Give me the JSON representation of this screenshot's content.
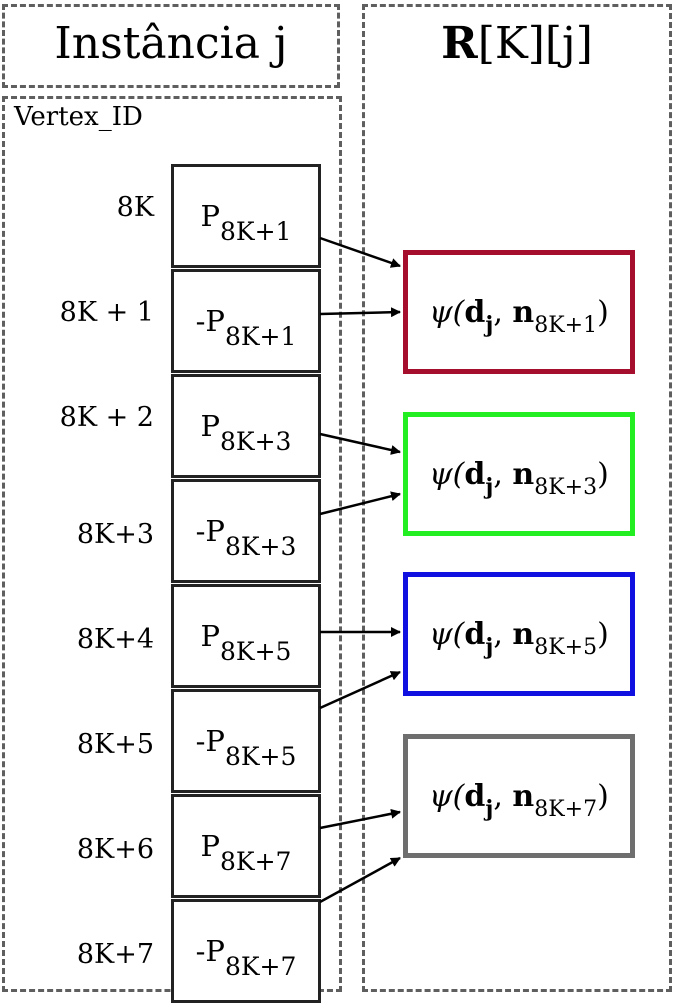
{
  "left_panel": {
    "title": "Instância j",
    "vertex_label": "Vertex_ID",
    "rows": [
      {
        "index": "8K",
        "prefix": "",
        "p": "P",
        "sub": "8K+1"
      },
      {
        "index": "8K + 1",
        "prefix": "-",
        "p": "P",
        "sub": "8K+1"
      },
      {
        "index": "8K + 2",
        "prefix": "",
        "p": "P",
        "sub": "8K+3"
      },
      {
        "index": "8K+3",
        "prefix": "-",
        "p": "P",
        "sub": "8K+3"
      },
      {
        "index": "8K+4",
        "prefix": "",
        "p": "P",
        "sub": "8K+5"
      },
      {
        "index": "8K+5",
        "prefix": "-",
        "p": "P",
        "sub": "8K+5"
      },
      {
        "index": "8K+6",
        "prefix": "",
        "p": "P",
        "sub": "8K+7"
      },
      {
        "index": "8K+7",
        "prefix": "-",
        "p": "P",
        "sub": "8K+7"
      }
    ]
  },
  "right_panel": {
    "title_bold": "R",
    "title_rest": "[K][j]",
    "boxes": [
      {
        "psi": "ψ(",
        "d": "d",
        "d_sub": "j",
        "sep": ", ",
        "n": "n",
        "n_sub": "8K+1",
        "close": ")",
        "color": "#a50f2d"
      },
      {
        "psi": "ψ(",
        "d": "d",
        "d_sub": "j",
        "sep": ", ",
        "n": "n",
        "n_sub": "8K+3",
        "close": ")",
        "color": "#22ee22"
      },
      {
        "psi": "ψ(",
        "d": "d",
        "d_sub": "j",
        "sep": ", ",
        "n": "n",
        "n_sub": "8K+5",
        "close": ")",
        "color": "#1010e0"
      },
      {
        "psi": "ψ(",
        "d": "d",
        "d_sub": "j",
        "sep": ", ",
        "n": "n",
        "n_sub": "8K+7",
        "close": ")",
        "color": "#6e6e6e"
      }
    ]
  }
}
